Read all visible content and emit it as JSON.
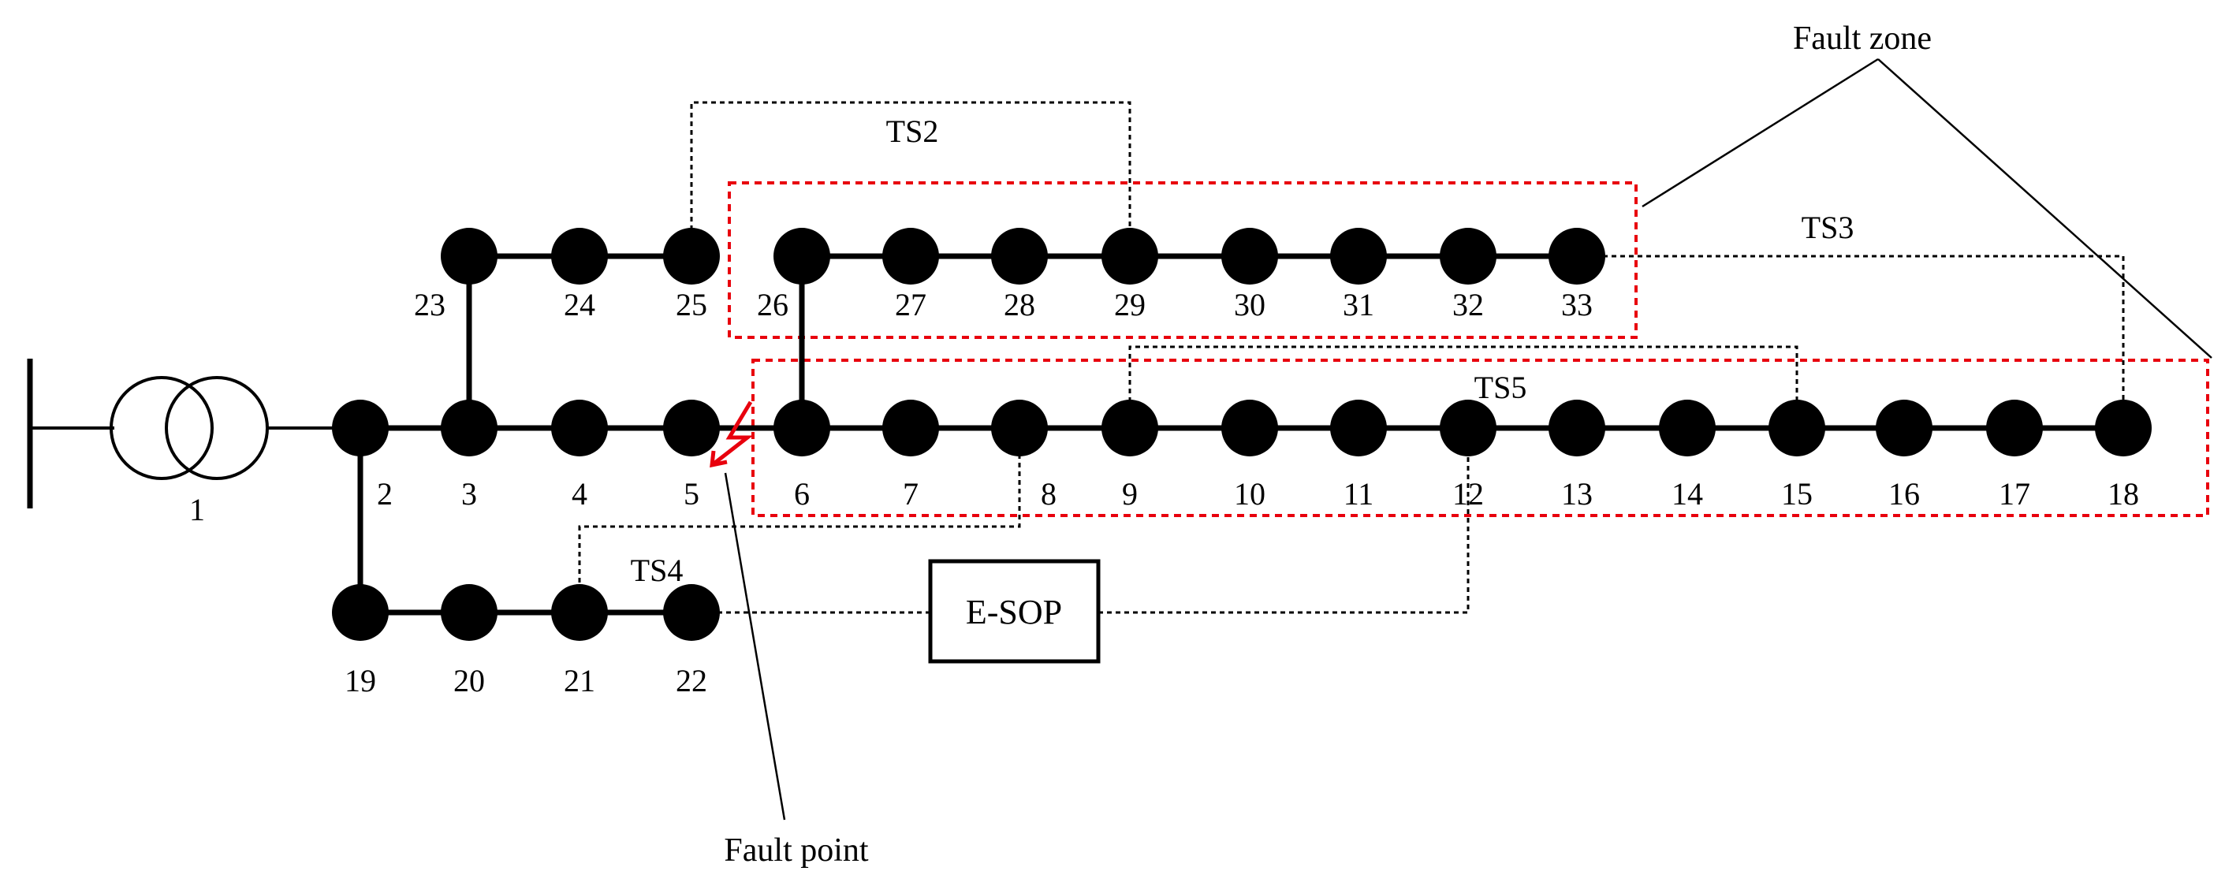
{
  "source_bus": {
    "label": "1"
  },
  "buses": [
    {
      "id": "2",
      "label": "2"
    },
    {
      "id": "3",
      "label": "3"
    },
    {
      "id": "4",
      "label": "4"
    },
    {
      "id": "5",
      "label": "5"
    },
    {
      "id": "6",
      "label": "6"
    },
    {
      "id": "7",
      "label": "7"
    },
    {
      "id": "8",
      "label": "8"
    },
    {
      "id": "9",
      "label": "9"
    },
    {
      "id": "10",
      "label": "10"
    },
    {
      "id": "11",
      "label": "11"
    },
    {
      "id": "12",
      "label": "12"
    },
    {
      "id": "13",
      "label": "13"
    },
    {
      "id": "14",
      "label": "14"
    },
    {
      "id": "15",
      "label": "15"
    },
    {
      "id": "16",
      "label": "16"
    },
    {
      "id": "17",
      "label": "17"
    },
    {
      "id": "18",
      "label": "18"
    },
    {
      "id": "19",
      "label": "19"
    },
    {
      "id": "20",
      "label": "20"
    },
    {
      "id": "21",
      "label": "21"
    },
    {
      "id": "22",
      "label": "22"
    },
    {
      "id": "23",
      "label": "23"
    },
    {
      "id": "24",
      "label": "24"
    },
    {
      "id": "25",
      "label": "25"
    },
    {
      "id": "26",
      "label": "26"
    },
    {
      "id": "27",
      "label": "27"
    },
    {
      "id": "28",
      "label": "28"
    },
    {
      "id": "29",
      "label": "29"
    },
    {
      "id": "30",
      "label": "30"
    },
    {
      "id": "31",
      "label": "31"
    },
    {
      "id": "32",
      "label": "32"
    },
    {
      "id": "33",
      "label": "33"
    }
  ],
  "tie_switches": [
    {
      "id": "TS2",
      "label": "TS2"
    },
    {
      "id": "TS3",
      "label": "TS3"
    },
    {
      "id": "TS4",
      "label": "TS4"
    },
    {
      "id": "TS5",
      "label": "TS5"
    }
  ],
  "esop": {
    "label": "E-SOP"
  },
  "annotations": {
    "fault_zone": "Fault zone",
    "fault_point": "Fault point"
  },
  "colors": {
    "line": "#000000",
    "fault": "#e8000d",
    "background": "#ffffff"
  }
}
